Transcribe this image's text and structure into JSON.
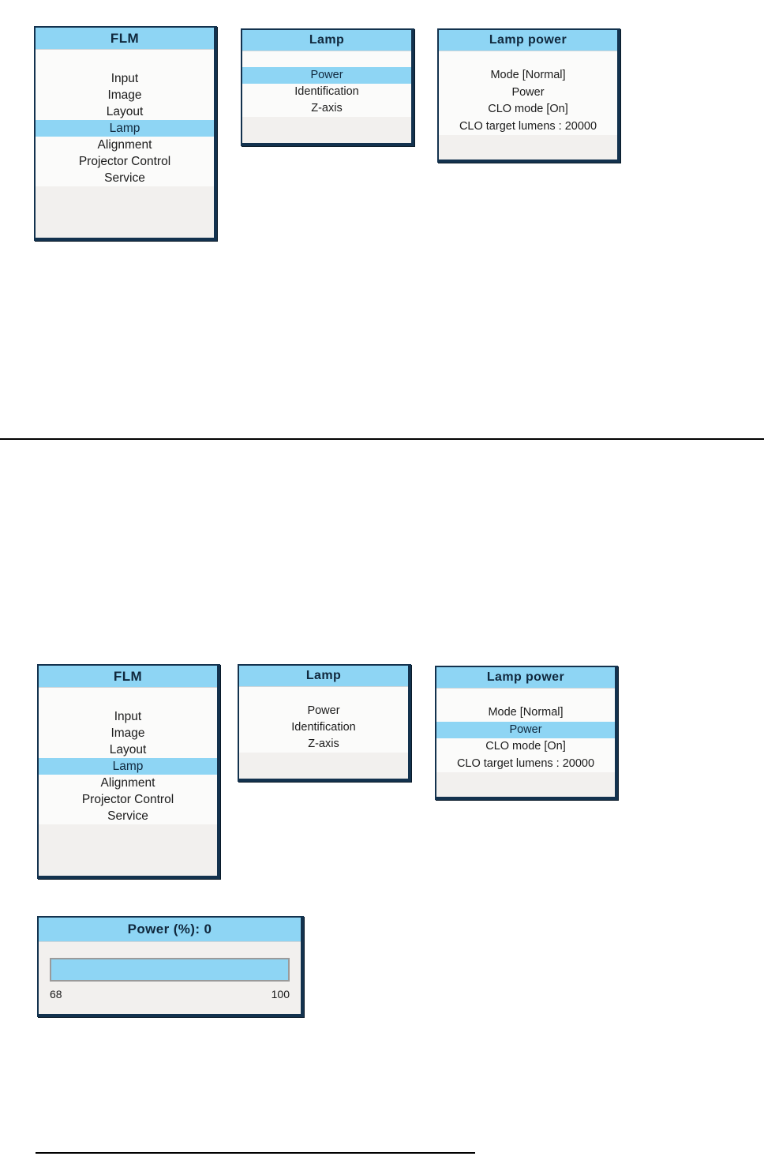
{
  "page": {
    "background": "#ffffff",
    "highlight_color": "#8ed5f4",
    "border_color": "#13324e",
    "body_color": "#fbfbfa"
  },
  "section_one": {
    "flm_menu": {
      "title": "FLM",
      "items": [
        {
          "label": "Input",
          "selected": false
        },
        {
          "label": "Image",
          "selected": false
        },
        {
          "label": "Layout",
          "selected": false
        },
        {
          "label": "Lamp",
          "selected": true
        },
        {
          "label": "Alignment",
          "selected": false
        },
        {
          "label": "Projector Control",
          "selected": false
        },
        {
          "label": "Service",
          "selected": false
        }
      ]
    },
    "lamp_menu": {
      "title": "Lamp",
      "items": [
        {
          "label": "Power",
          "selected": true
        },
        {
          "label": "Identification",
          "selected": false
        },
        {
          "label": "Z-axis",
          "selected": false
        }
      ]
    },
    "lamp_power_menu": {
      "title": "Lamp power",
      "items": [
        {
          "label": "Mode [Normal]",
          "selected": false
        },
        {
          "label": "Power",
          "selected": false
        },
        {
          "label": "CLO mode [On]",
          "selected": false
        },
        {
          "label": "CLO target lumens : 20000",
          "selected": false
        }
      ]
    }
  },
  "section_two": {
    "flm_menu": {
      "title": "FLM",
      "items": [
        {
          "label": "Input",
          "selected": false
        },
        {
          "label": "Image",
          "selected": false
        },
        {
          "label": "Layout",
          "selected": false
        },
        {
          "label": "Lamp",
          "selected": true
        },
        {
          "label": "Alignment",
          "selected": false
        },
        {
          "label": "Projector Control",
          "selected": false
        },
        {
          "label": "Service",
          "selected": false
        }
      ]
    },
    "lamp_menu": {
      "title": "Lamp",
      "items": [
        {
          "label": "Power",
          "selected": false
        },
        {
          "label": "Identification",
          "selected": false
        },
        {
          "label": "Z-axis",
          "selected": false
        }
      ]
    },
    "lamp_power_menu": {
      "title": "Lamp power",
      "items": [
        {
          "label": "Mode [Normal]",
          "selected": false
        },
        {
          "label": "Power",
          "selected": true
        },
        {
          "label": "CLO mode [On]",
          "selected": false
        },
        {
          "label": "CLO target lumens : 20000",
          "selected": false
        }
      ]
    },
    "power_slider": {
      "title": "Power (%): 0",
      "value": 0,
      "fill_percent": 100,
      "min_label": "68",
      "max_label": "100"
    }
  }
}
